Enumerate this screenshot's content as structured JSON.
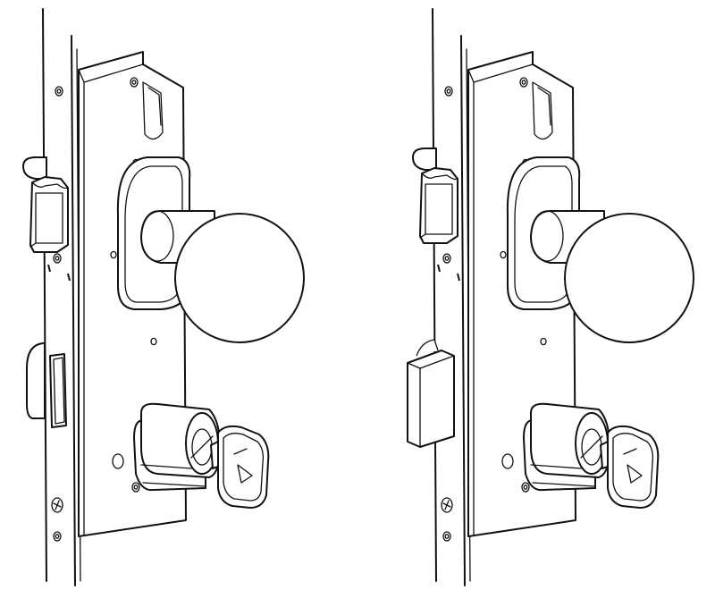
{
  "diagram": {
    "title": "",
    "views": [
      {
        "id": "left",
        "latch_state": "retracted",
        "bolt_state": "retracted"
      },
      {
        "id": "right",
        "latch_state": "retracted",
        "bolt_state": "extended"
      }
    ],
    "colors": {
      "line": "#111111",
      "background": "#ffffff"
    }
  }
}
